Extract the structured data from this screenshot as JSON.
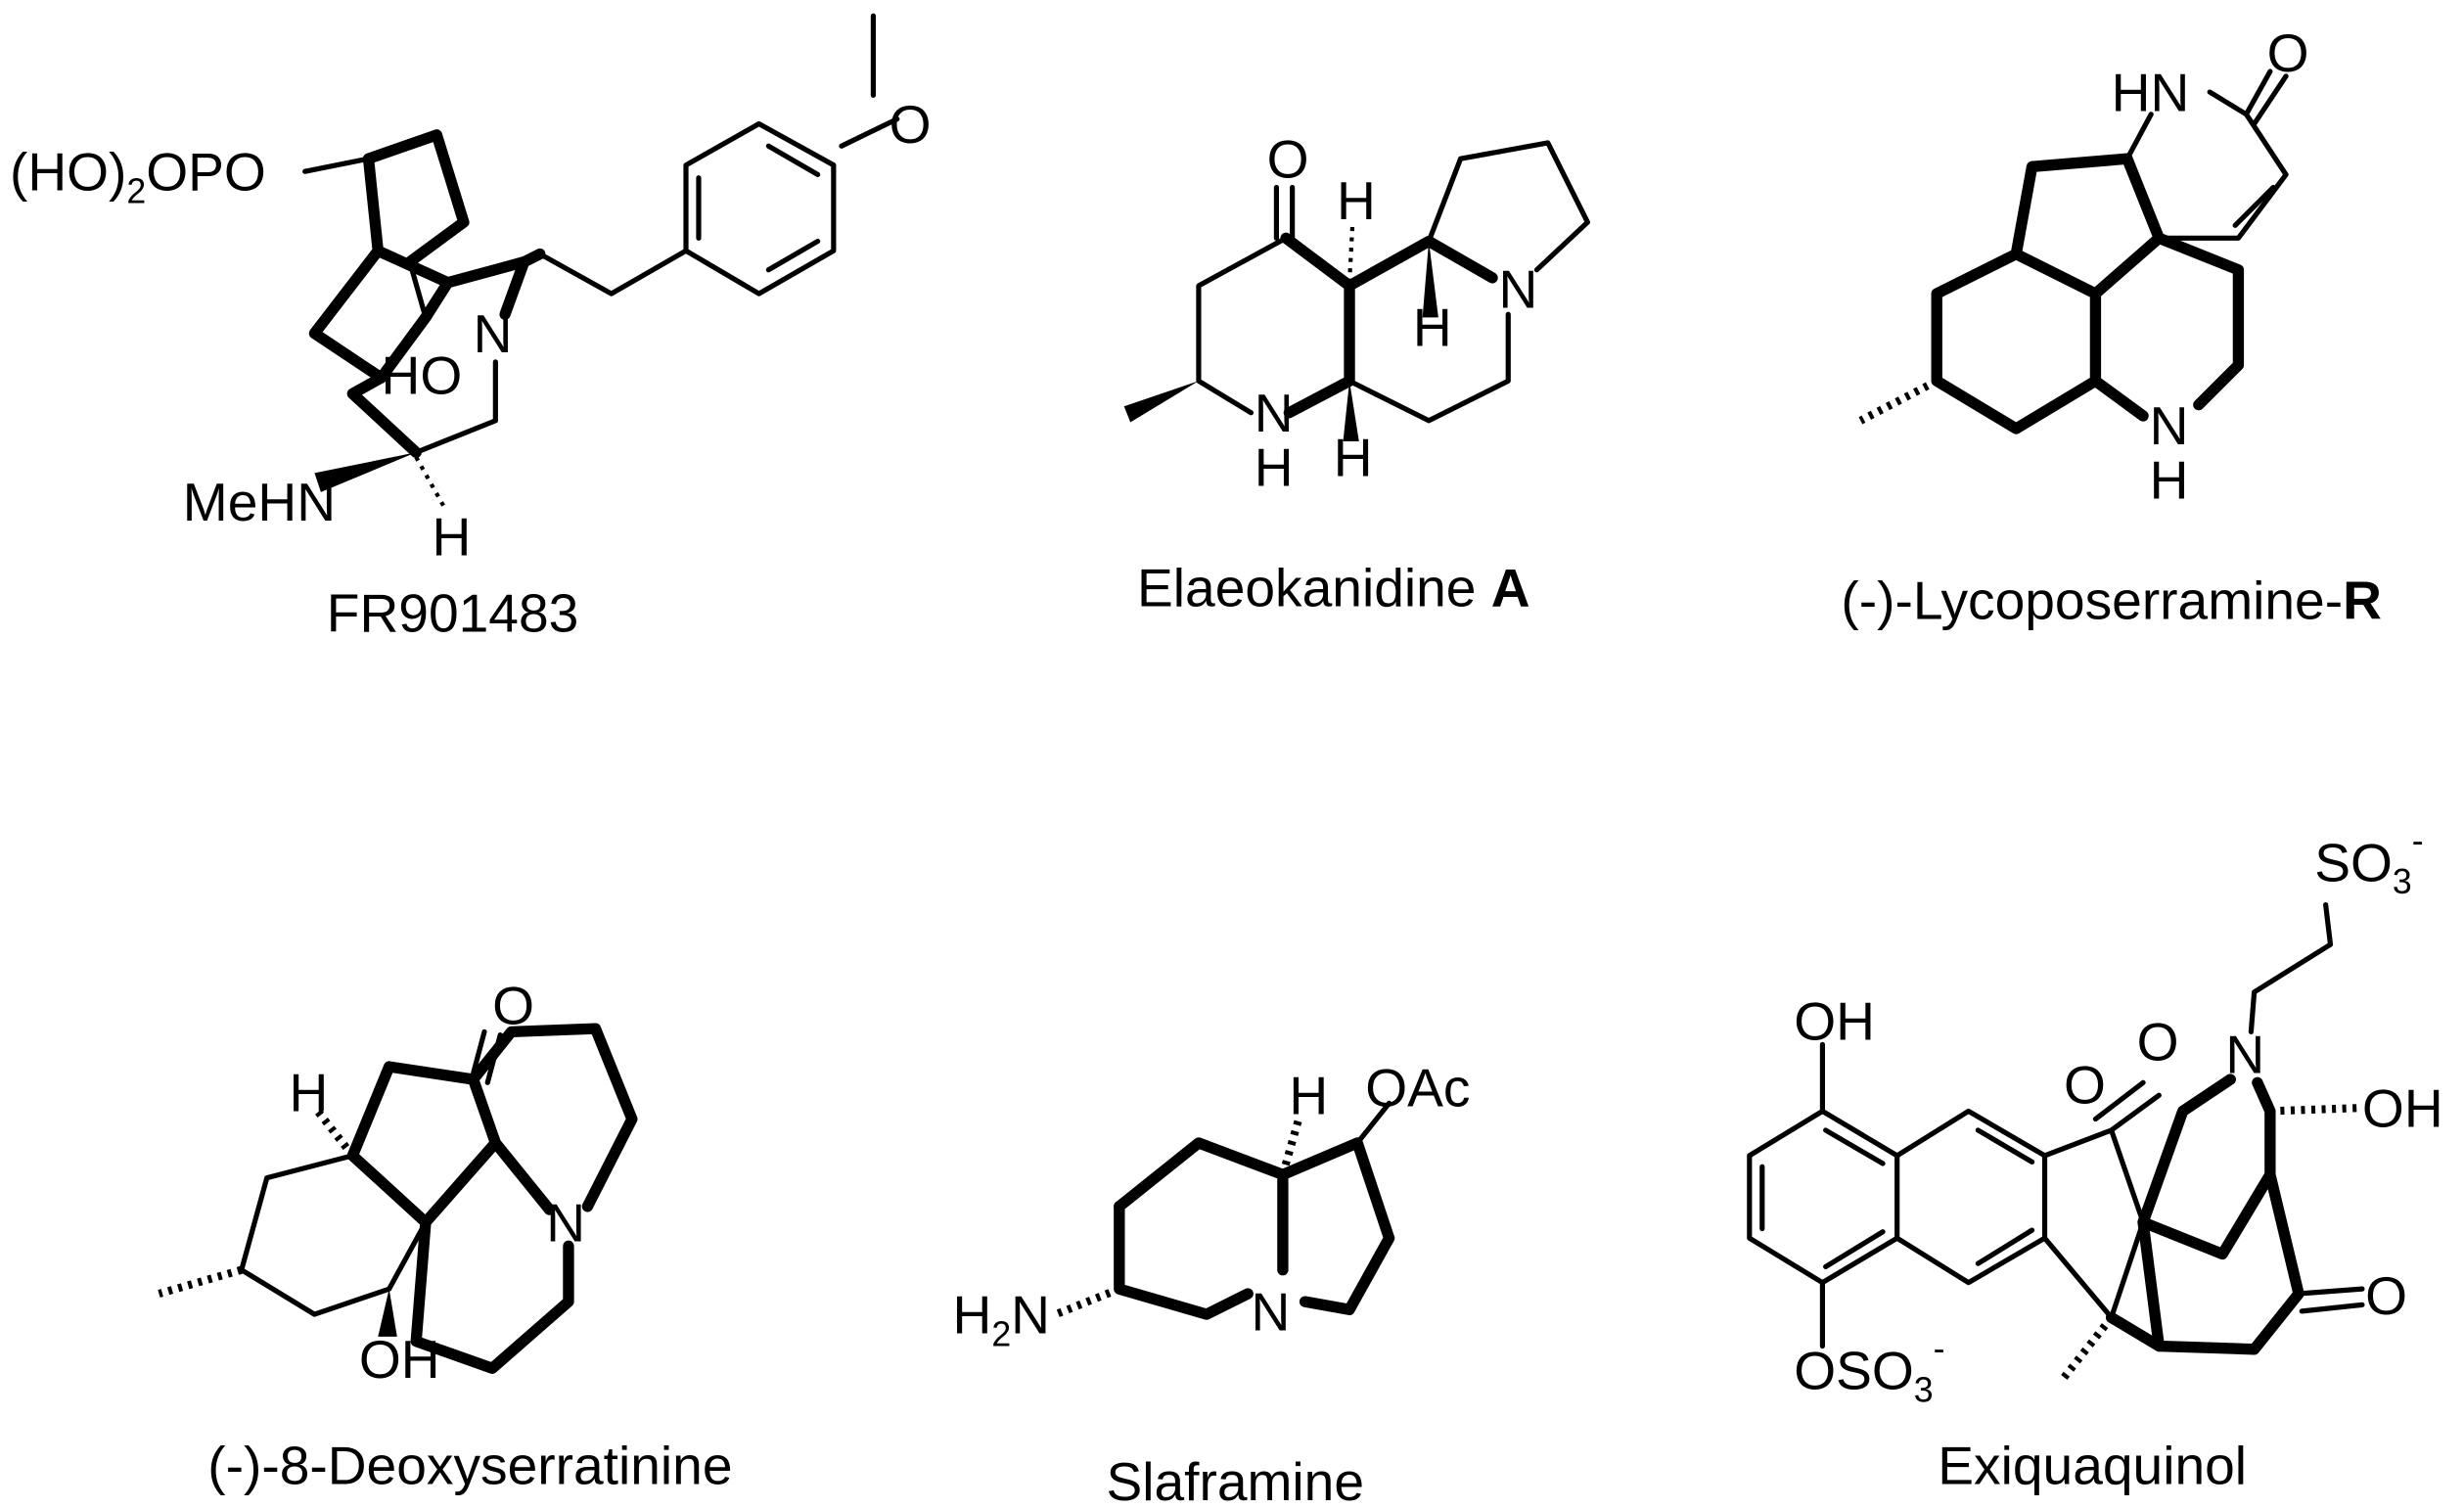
{
  "compounds": [
    {
      "name": "FR901483",
      "labels": {
        "phosphate_a": "(HO)",
        "phosphate_sub": "2",
        "phosphate_b": "OPO",
        "methoxy_o": "O",
        "n": "N",
        "ho": "HO",
        "mehn": "MeHN",
        "h": "H"
      }
    },
    {
      "name_a": "Elaeokanidine ",
      "name_b": "A",
      "labels": {
        "o": "O",
        "n_ring": "N",
        "nh_n": "N",
        "nh_h": "H",
        "h1": "H",
        "h2": "H",
        "h3": "H"
      }
    },
    {
      "name_a": "(-)-Lycoposerramine-",
      "name_b": "R",
      "labels": {
        "hn": "HN",
        "o": "O",
        "n": "N",
        "h": "H"
      }
    },
    {
      "name": "(-)-8-Deoxyserratinine",
      "labels": {
        "o": "O",
        "h": "H",
        "n": "N",
        "oh": "OH"
      }
    },
    {
      "name": "Slaframine",
      "labels": {
        "h": "H",
        "oac": "OAc",
        "h2n_a": "H",
        "h2n_sub": "2",
        "h2n_b": "N",
        "n": "N"
      }
    },
    {
      "name": "Exiquaquinol",
      "labels": {
        "so3_a": "SO",
        "so3_sub": "3",
        "so3_sup": "-",
        "oh_top": "OH",
        "n": "N",
        "o_a": "O",
        "o_b": "O",
        "oh_right": "OH",
        "o_ketone": "O",
        "oso3_a": "OSO",
        "oso3_sub": "3",
        "oso3_sup": "-"
      }
    }
  ]
}
